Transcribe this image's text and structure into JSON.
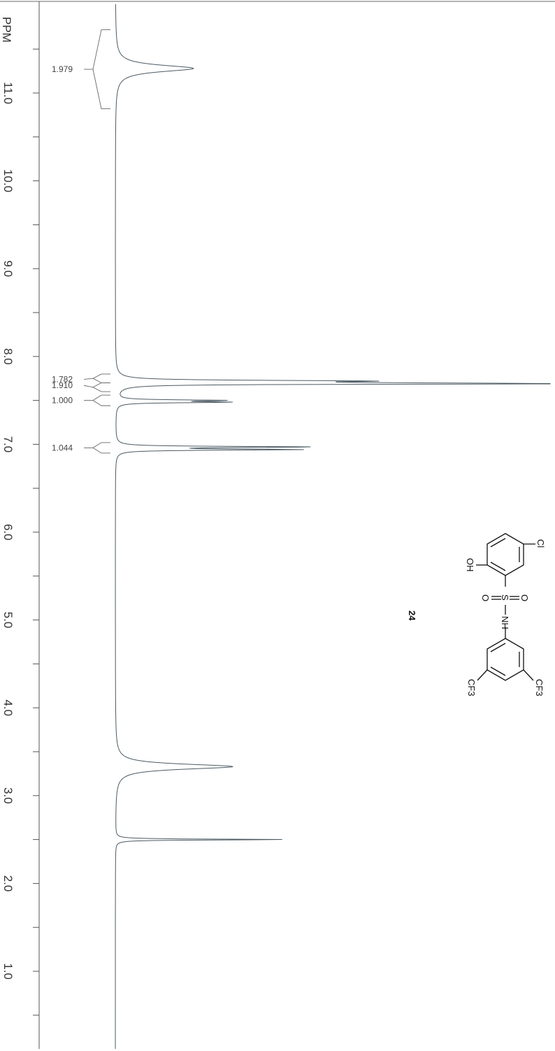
{
  "chart_data": {
    "type": "line",
    "axis_label": "PPM",
    "x_range": [
      0.0,
      11.8
    ],
    "x_ticks": [
      {
        "ppm": 11.0,
        "label": "11.0"
      },
      {
        "ppm": 10.0,
        "label": "10.0"
      },
      {
        "ppm": 9.0,
        "label": "9.0"
      },
      {
        "ppm": 8.0,
        "label": "8.0"
      },
      {
        "ppm": 7.0,
        "label": "7.0"
      },
      {
        "ppm": 6.0,
        "label": "6.0"
      },
      {
        "ppm": 5.0,
        "label": "5.0"
      },
      {
        "ppm": 4.0,
        "label": "4.0"
      },
      {
        "ppm": 3.0,
        "label": "3.0"
      },
      {
        "ppm": 2.0,
        "label": "2.0"
      },
      {
        "ppm": 1.0,
        "label": "1.0"
      }
    ],
    "minor_tick_step": 0.5,
    "peaks": [
      {
        "ppm": 11.28,
        "height": 0.18,
        "width": 0.09
      },
      {
        "ppm": 7.72,
        "height": 0.5,
        "width": 0.02
      },
      {
        "ppm": 7.7,
        "height": 0.33,
        "width": 0.02
      },
      {
        "ppm": 7.69,
        "height": 1.0,
        "width": 0.012
      },
      {
        "ppm": 7.5,
        "height": 0.23,
        "width": 0.015
      },
      {
        "ppm": 7.48,
        "height": 0.24,
        "width": 0.015
      },
      {
        "ppm": 6.97,
        "height": 0.44,
        "width": 0.015
      },
      {
        "ppm": 6.94,
        "height": 0.41,
        "width": 0.015
      },
      {
        "ppm": 3.33,
        "height": 0.27,
        "width": 0.07
      },
      {
        "ppm": 2.5,
        "height": 0.39,
        "width": 0.012
      }
    ],
    "integrals": [
      {
        "label": "1.979",
        "ppm": 11.27,
        "from": 11.72,
        "to": 10.82
      },
      {
        "label": "1.782",
        "ppm": 7.74,
        "from": 7.8,
        "to": 7.7
      },
      {
        "label": "1.910",
        "ppm": 7.67,
        "from": 7.7,
        "to": 7.6
      },
      {
        "label": "1.000",
        "ppm": 7.5,
        "from": 7.56,
        "to": 7.44
      },
      {
        "label": "1.044",
        "ppm": 6.96,
        "from": 7.02,
        "to": 6.9
      }
    ]
  },
  "molecule": {
    "compound_number": "24",
    "atoms": {
      "cl": "Cl",
      "oh": "OH",
      "s": "S",
      "o1": "O",
      "o2": "O",
      "nh": "NH",
      "cf3_top": "CF3",
      "cf3_bottom": "CF3"
    }
  }
}
